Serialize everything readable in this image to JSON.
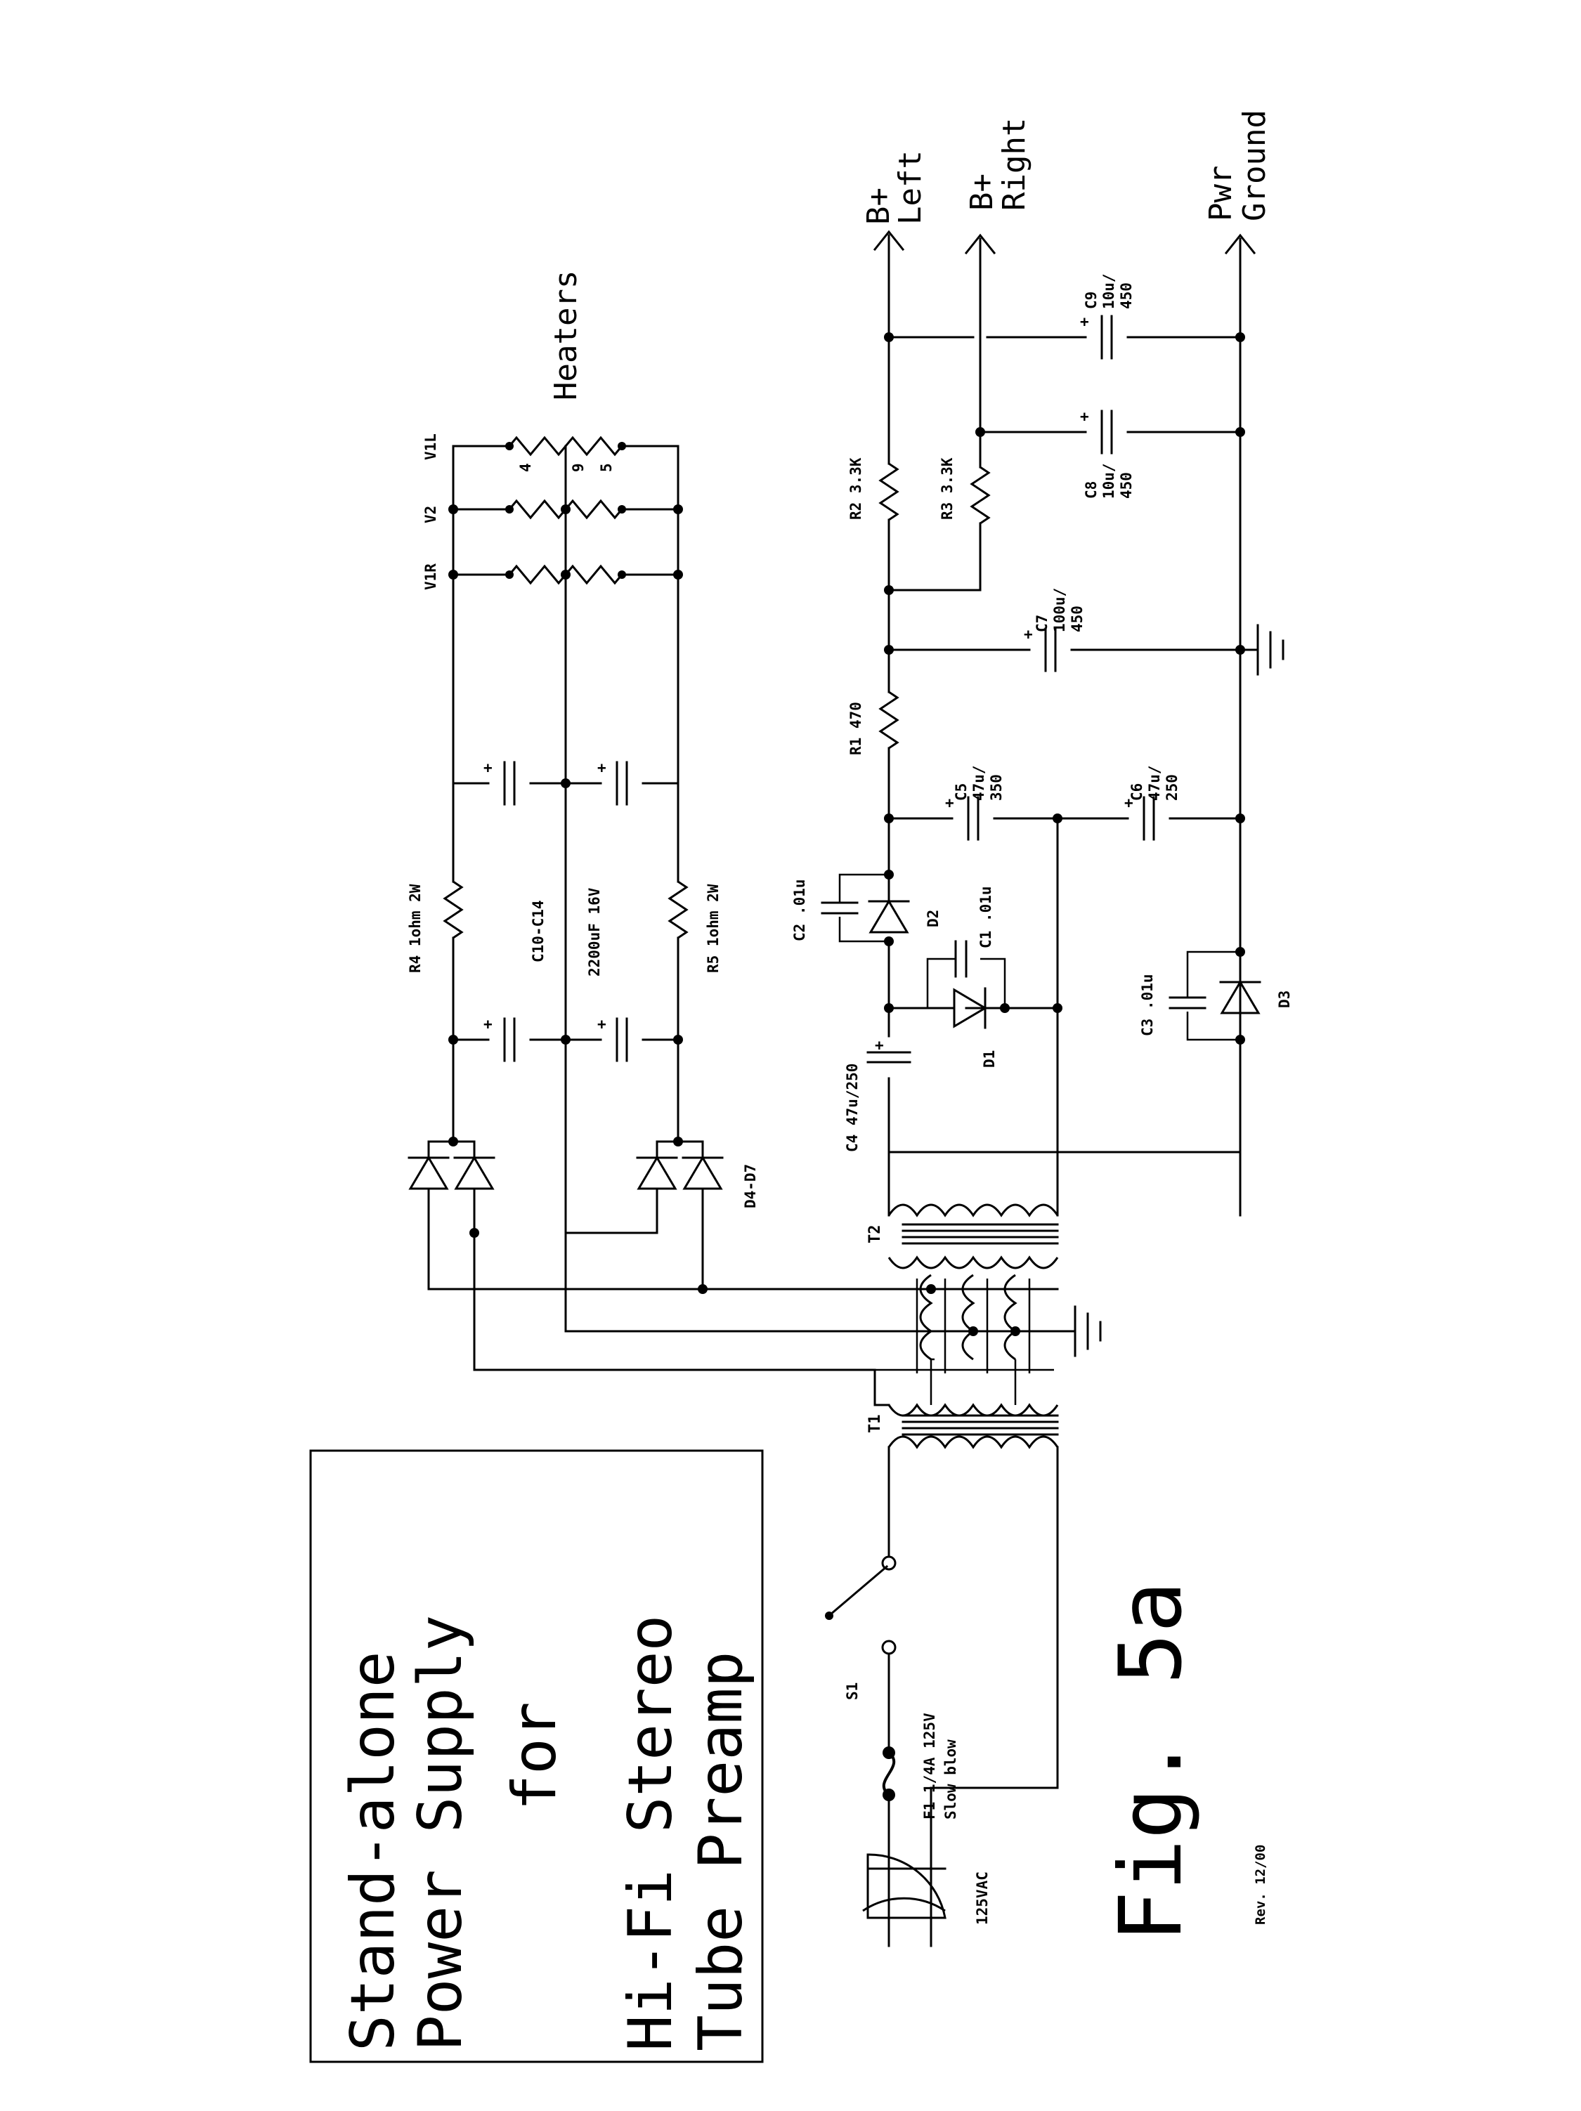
{
  "title_box": {
    "line1": "Stand-alone",
    "line2": "Power Supply",
    "line3": "for",
    "line4": "Hi-Fi Stereo",
    "line5": "Tube Preamp"
  },
  "figure": "Fig. 5a",
  "revision": "Rev. 12/00",
  "input": {
    "mains": "125VAC",
    "fuse": "F1 1/4A 125V",
    "fuse_type": "Slow blow",
    "switch": "S1"
  },
  "transformers": {
    "t1": "T1",
    "t2": "T2"
  },
  "heater_supply": {
    "rectifiers": "D4-D7",
    "r4": "R4 1ohm 2W",
    "r5": "R5 1ohm 2W",
    "caps": "C10-C14",
    "cap_value": "2200uF 16V",
    "tubes": [
      "V1R",
      "V2",
      "V1L"
    ],
    "pins": [
      "4",
      "9",
      "5"
    ],
    "heaters_label": "Heaters"
  },
  "hv_supply": {
    "c4": "C4 47u/250",
    "d1": "D1",
    "c1": "C1 .01u",
    "d2": "D2",
    "c2": "C2 .01u",
    "d3": "D3",
    "c3": "C3 .01u",
    "c5": "C5",
    "c5_value": "47u/",
    "c5_voltage": "350",
    "c6": "C6",
    "c6_value": "47u/",
    "c6_voltage": "250",
    "r1": "R1 470",
    "c7": "C7",
    "c7_value": "100u/",
    "c7_voltage": "450",
    "r2": "R2 3.3K",
    "r3": "R3 3.3K",
    "c8": "C8",
    "c8_value": "10u/",
    "c8_voltage": "450",
    "c9": "C9",
    "c9_value": "10u/",
    "c9_voltage": "450"
  },
  "outputs": {
    "left_a": "B+",
    "left_b": "Left",
    "right_a": "B+",
    "right_b": "Right",
    "ground_a": "Pwr",
    "ground_b": "Ground"
  }
}
